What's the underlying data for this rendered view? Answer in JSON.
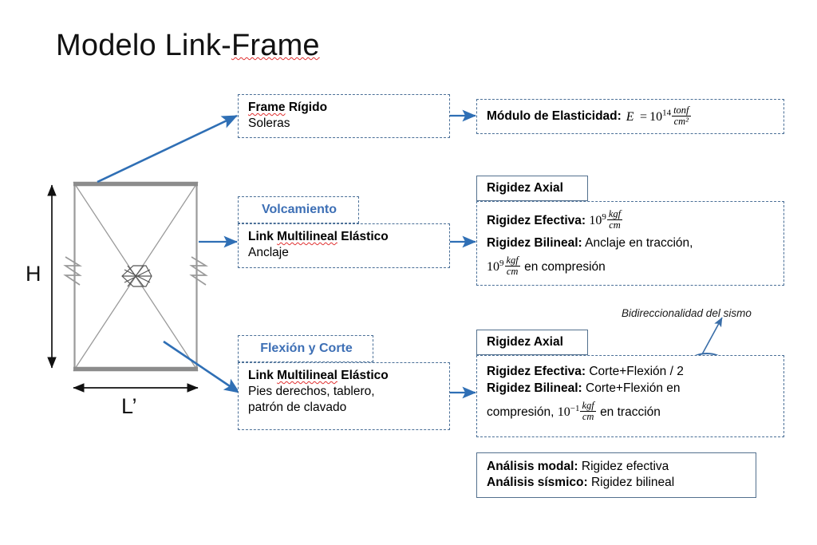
{
  "title": {
    "text_before": "Modelo Link-",
    "misspelled": "Frame",
    "full": "Modelo Link-Frame"
  },
  "diagram": {
    "name": "link-frame-structural-model",
    "dim_height_label": "H",
    "dim_width_label": "L’",
    "elements": {
      "top_beam": "solera superior",
      "bottom_beam": "solera inferior",
      "left_column": "pie derecho izquierdo",
      "right_column": "pie derecho derecho",
      "diagonals": "diagonales en X",
      "center_link": "link multilineal central",
      "left_spring": "resorte lateral izquierdo",
      "right_spring": "resorte lateral derecho"
    }
  },
  "boxes": {
    "frame_rigido": {
      "title_before": "",
      "title_misspelled": "Frame",
      "title_after": " Rígido",
      "line2": "Soleras"
    },
    "modulo": {
      "label": "Módulo de Elasticidad:",
      "var": "E",
      "eq": "=",
      "base": "10",
      "exp": "14",
      "frac_num": "tonf",
      "frac_den": "cm²"
    },
    "volcamiento": {
      "tag": "Volcamiento",
      "title_before": "Link ",
      "title_misspelled": "Multilineal",
      "title_after": " Elástico",
      "line2": "Anclaje"
    },
    "rigidez_axial_1": {
      "header": "Rigidez Axial",
      "efectiva_label": "Rigidez Efectiva:",
      "efectiva_base": "10",
      "efectiva_exp": "9",
      "efectiva_num": "kgf",
      "efectiva_den": "cm",
      "bilineal_label": "Rigidez Bilineal:",
      "bilineal_text": "Anclaje en tracción,",
      "bilineal_base": "10",
      "bilineal_exp": "9",
      "bilineal_num": "kgf",
      "bilineal_den": "cm",
      "bilineal_tail": "en compresión"
    },
    "flexion_corte": {
      "tag": "Flexión y Corte",
      "title_before": "Link ",
      "title_misspelled": "Multilineal",
      "title_after": " Elástico",
      "line2": "Pies derechos, tablero,",
      "line3": "patrón de clavado"
    },
    "rigidez_axial_2": {
      "header": "Rigidez Axial",
      "efectiva_label": "Rigidez Efectiva:",
      "efectiva_text": "Corte+Flexión",
      "efectiva_circled": "/ 2",
      "bilineal_label": "Rigidez Bilineal:",
      "bilineal_text": "Corte+Flexión en",
      "bilineal_line2_pre": "compresión,",
      "bilineal_base": "10",
      "bilineal_exp": "−1",
      "bilineal_num": "kgf",
      "bilineal_den": "cm",
      "bilineal_tail": "en tracción"
    },
    "analisis": {
      "modal_label": "Análisis modal:",
      "modal_text": "Rigidez efectiva",
      "sismico_label": "Análisis sísmico:",
      "sismico_text": "Rigidez bilineal"
    }
  },
  "annotation": {
    "bidireccionalidad": "Bidireccionalidad del sismo"
  },
  "colors": {
    "arrow_blue": "#2f6fb5",
    "dashed_border": "#4a6f97",
    "solid_border": "#53708e",
    "label_blue": "#3d6fb5",
    "frame_gray": "#9a9a9a",
    "beam_gray": "#8c8c8c",
    "spell_red": "#e03030"
  }
}
